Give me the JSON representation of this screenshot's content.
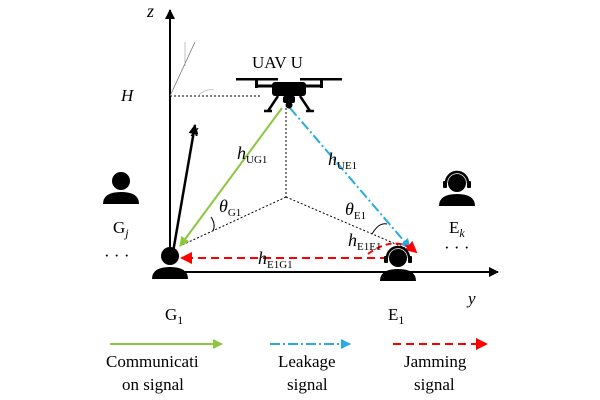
{
  "axes": {
    "z": "z",
    "x": "x",
    "y": "y",
    "h": "H"
  },
  "uav": {
    "label": "UAV U"
  },
  "nodes": {
    "g1": {
      "base": "G",
      "sub": "1"
    },
    "gj": {
      "base": "G",
      "sub": "j"
    },
    "e1": {
      "base": "E",
      "sub": "1"
    },
    "ek": {
      "base": "E",
      "sub": "k"
    },
    "ellipsis_left": "· · ·",
    "ellipsis_right": "· · ·"
  },
  "channels": {
    "hug1": {
      "base": "h",
      "sub": "UG1"
    },
    "hue1": {
      "base": "h",
      "sub": "UE1"
    },
    "he1e1": {
      "base": "h",
      "sub": "E1E1"
    },
    "he1g1": {
      "base": "h",
      "sub": "E1G1"
    }
  },
  "angles": {
    "theta_g1": {
      "base": "θ",
      "sub": "G1"
    },
    "theta_e1": {
      "base": "θ",
      "sub": "E1"
    }
  },
  "legend": {
    "communication": {
      "line1": "Communicati",
      "line2": "on signal",
      "color": "#8dc63f"
    },
    "leakage": {
      "line1": "Leakage",
      "line2": "signal",
      "color": "#29abe2"
    },
    "jamming": {
      "line1": "Jamming",
      "line2": "signal",
      "color": "#ff0000"
    }
  }
}
